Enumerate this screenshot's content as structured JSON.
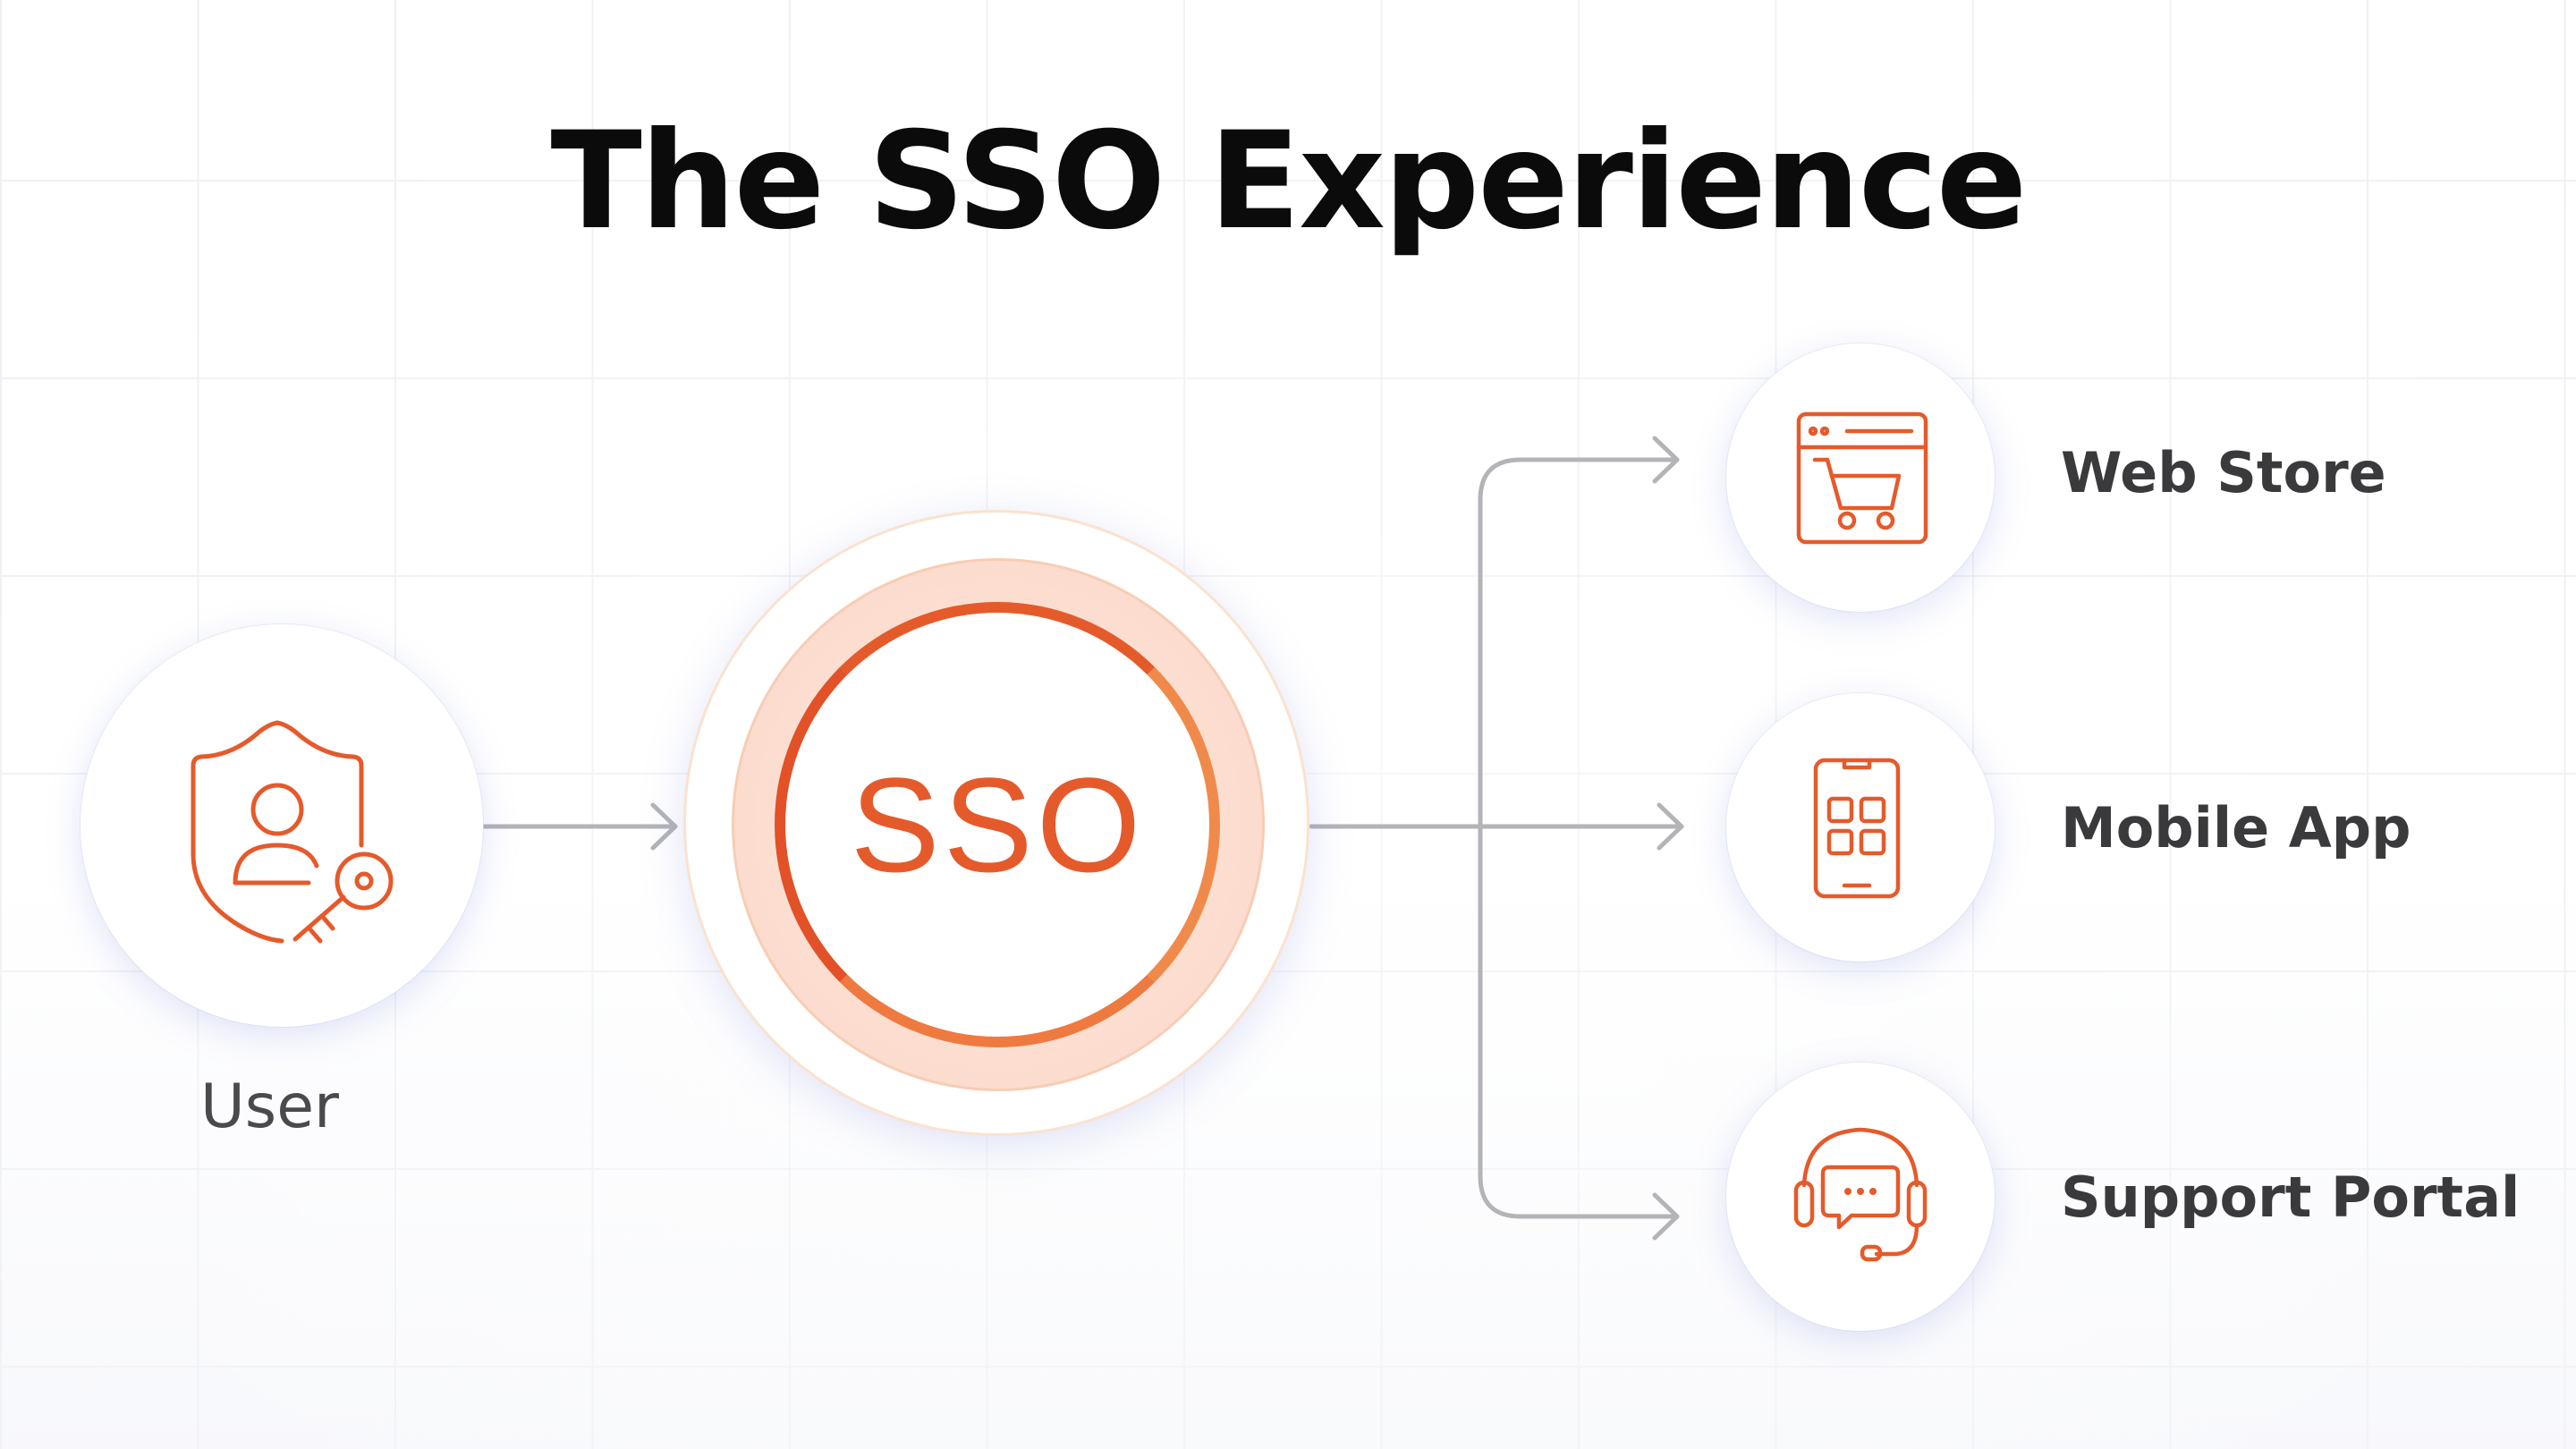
{
  "title": "The SSO Experience",
  "user": {
    "label": "User",
    "icon": "shield-user-key-icon"
  },
  "center": {
    "label": "SSO"
  },
  "targets": [
    {
      "label": "Web Store",
      "icon": "web-store-cart-icon"
    },
    {
      "label": "Mobile App",
      "icon": "mobile-app-icon"
    },
    {
      "label": "Support Portal",
      "icon": "support-headset-icon"
    }
  ],
  "colors": {
    "accent": "#e55a2b",
    "title": "#0b0b0c",
    "label": "#3a3a3c",
    "connector": "#b3b3b8"
  }
}
